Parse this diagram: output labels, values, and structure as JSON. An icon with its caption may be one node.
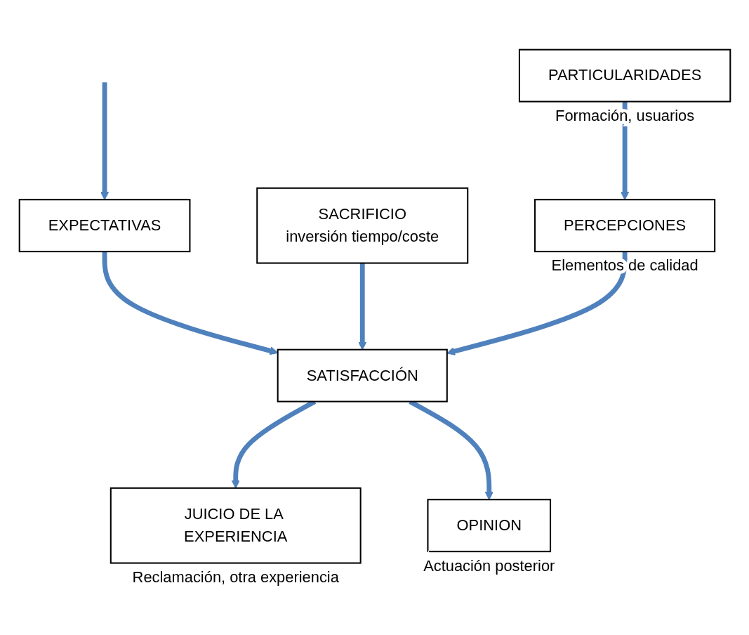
{
  "diagram": {
    "nodes": [
      {
        "text": [
          "EXPECTATIVAS"
        ]
      },
      {
        "text": [
          "PARTICULARIDADES"
        ],
        "beside": [
          "Formación, usuarios"
        ]
      },
      {
        "text": [
          "SACRIFICIO",
          "inversión tiempo/coste"
        ]
      },
      {
        "text": [
          "SATISFACCIÓN"
        ]
      },
      {
        "text": [
          "PERCEPCIONES"
        ],
        "beside": [
          "Elementos de calidad"
        ]
      },
      {
        "text": [
          "JUICIO DE LA EXPERIENCIA"
        ],
        "beside": [
          "Reclamación, otra experiencia"
        ]
      },
      {
        "text": [
          "OPINION"
        ],
        "beside": [
          "Actuación posterior"
        ]
      }
    ],
    "edges": [
      {
        "from": null,
        "to": 0,
        "arrow": "to"
      },
      {
        "from": 0,
        "to": 3,
        "arrow": "to"
      },
      {
        "from": 1,
        "to": 4,
        "arrow": "to"
      },
      {
        "from": 2,
        "to": 3,
        "arrow": "to"
      },
      {
        "from": 4,
        "to": 3,
        "arrow": "to"
      },
      {
        "from": 3,
        "to": 5,
        "arrow": "to"
      },
      {
        "from": 3,
        "to": 6,
        "arrow": "to"
      }
    ]
  }
}
